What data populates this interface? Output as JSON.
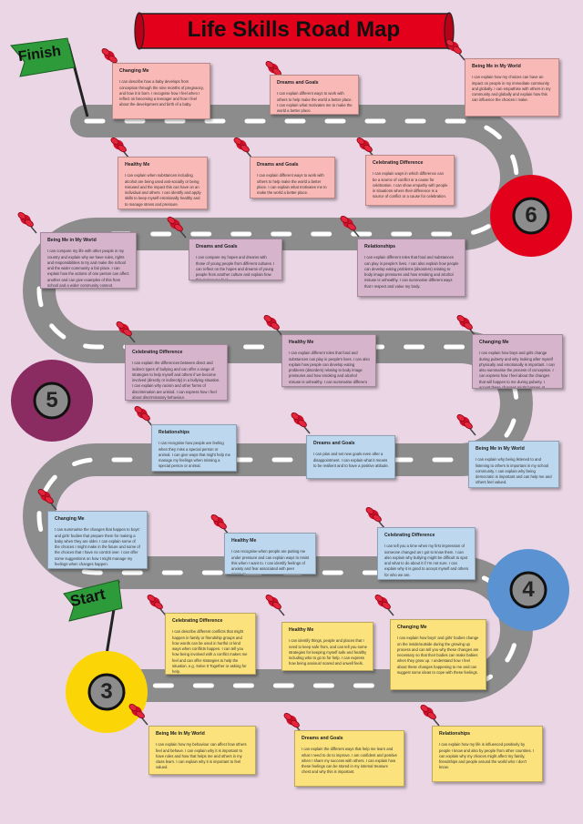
{
  "title": "Life Skills Road Map",
  "finish_label": "Finish",
  "start_label": "Start",
  "stages": [
    "6",
    "5",
    "4",
    "3"
  ],
  "colors": {
    "red": "#e3001b",
    "purple": "#8a2b62",
    "blue": "#5b93d2",
    "yellow": "#fcd507",
    "road": "#8c8c8c",
    "flag": "#2e9b3a"
  },
  "notes": [
    {
      "title": "Changing Me",
      "text": "I can describe how a baby develops from conception through the nine months of pregnancy, and how it is born. I recognise how I feel when I reflect on becoming a teenager and how I feel about the development and birth of a baby."
    },
    {
      "title": "Dreams and Goals",
      "text": "I can explain different ways to work with others to help make the world a better place. I can explain what motivates me to make the world a better place."
    },
    {
      "title": "Being Me in My World",
      "text": "I can explain how my choices can have an impact on people in my immediate community and globally. I can empathise with others in my community and globally and explain how this can influence the choices I make."
    },
    {
      "title": "Healthy Me",
      "text": "I can explain when substances including alcohol are being used anti-socially or being misused and the impact this can have on an individual and others. I can identify and apply skills to keep myself emotionally healthy and to manage stress and pressure."
    },
    {
      "title": "Dreams and Goals",
      "text": "I can explain different ways to work with others to help make the world a better place. I can explain what motivates me to make the world a better place."
    },
    {
      "title": "Celebrating Difference",
      "text": "I can explain ways in which difference can be a source of conflict or a cause for celebration. I can show empathy with people in situations where their difference is a source of conflict or a cause for celebration."
    },
    {
      "title": "Being Me in My World",
      "text": "I can compare my life with other people in my country and explain why we have rules, rights and responsibilities to try and make the school and the wider community a fair place. I can explain how the actions of one person can affect another and can give examples of this from school and a wider community context."
    },
    {
      "title": "Dreams and Goals",
      "text": "I can compare my hopes and dreams with those of young people from different cultures. I can reflect on the hopes and dreams of young people from another culture and explain how this makes me feel."
    },
    {
      "title": "Relationships",
      "text": "I can explain different roles that food and substances can play in people's lives. I can also explain how people can develop eating problems (disorders) relating to body image pressures and how smoking and alcohol misuse is unhealthy. I can summarise different ways that I respect and value my body."
    },
    {
      "title": "Celebrating Difference",
      "text": "I can explain the differences between direct and indirect types of bullying and can offer a range of strategies to help myself and others if we become involved (directly or indirectly) in a bullying situation. I can explain why racism and other forms of discrimination are unkind. I can express how I feel about discriminatory behaviour."
    },
    {
      "title": "Healthy Me",
      "text": "I can explain different roles that food and substances can play in people's lives. I can also explain how people can develop eating problems (disorders) relating to body image pressures and how smoking and alcohol misuse is unhealthy. I can summarise different ways."
    },
    {
      "title": "Changing Me",
      "text": "I can explain how boys and girls change during puberty and why looking after myself physically and emotionally is important. I can also summarise the process of conception. I can express how I feel about the changes that will happen to me during puberty. I accept these changes might happen at different times to my friends."
    },
    {
      "title": "Relationships",
      "text": "I can recognise how people are feeling when they miss a special person or animal. I can give ways that might help me manage my feelings when missing a special person or animal."
    },
    {
      "title": "Dreams and Goals",
      "text": "I can plan and set new goals even after a disappointment. I can explain what it means to be resilient and to have a positive attitude."
    },
    {
      "title": "Being Me in My World",
      "text": "I can explain why being listened to and listening to others is important in my school community. I can explain why being democratic is important and can help me and others feel valued."
    },
    {
      "title": "Changing Me",
      "text": "I can summarise the changes that happen to boys' and girls' bodies that prepare them for making a baby when they are older. I can explain some of the choices I might make in the future and some of the choices that I have no control over. I can offer some suggestions on how I might manage my feelings when changes happen."
    },
    {
      "title": "Healthy Me",
      "text": "I can recognise when people are putting me under pressure and can explain ways to resist this when I want to. I can identify feelings of anxiety and fear associated with peer pressure."
    },
    {
      "title": "Celebrating Difference",
      "text": "I can tell you a time when my first impression of someone changed as I got to know them. I can also explain why bullying might be difficult to spot and what to do about it if I'm not sure. I can explain why it is good to accept myself and others for who we are."
    },
    {
      "title": "Celebrating Difference",
      "text": "I can describe different conflicts that might happen in family or friendship groups and how words can be used in hurtful or kind ways when conflicts happen. I can tell you how being involved with a conflict makes me feel and can offer strategies to help the situation. e.g. Solve It Together or asking for help."
    },
    {
      "title": "Healthy Me",
      "text": "I can identify things, people and places that I need to keep safe from, and can tell you some strategies for keeping myself safe and healthy including who to go to for help. I can express how being anxious/ scared and unwell feels."
    },
    {
      "title": "Changing Me",
      "text": "I can explain how boys' and girls' bodies change on the inside/outside during the growing up process and can tell you why these changes are necessary so that their bodies can make babies when they grow up. I understand how I feel about these changes happening to me and can suggest some ideas to cope with these feelings."
    },
    {
      "title": "Being Me In My World",
      "text": "I can explain how my behaviour can affect how others feel and behave. I can explain why it is important to have rules and how that helps me and others in my class learn. I can explain why it is important to feel valued."
    },
    {
      "title": "Dreams and Goals",
      "text": "I can explain the different ways that help me learn and what I need to do to improve. I am confident and positive when I share my success with others. I can explain how these feelings can be stored in my internal treasure chest and why this is important."
    },
    {
      "title": "Relationships",
      "text": "I can explain how my life is influenced positively by people I know and also by people from other countries. I can explain why my choices might affect my family, friendships and people around the world who I don't know."
    }
  ]
}
